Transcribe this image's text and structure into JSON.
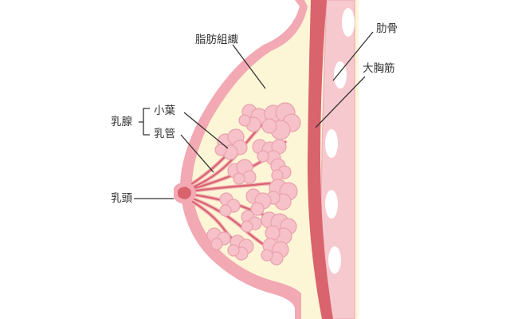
{
  "labels": {
    "fat_tissue": "脂肪組織",
    "rib": "肋骨",
    "pectoralis_major": "大胸筋",
    "mammary_gland": "乳腺",
    "lobule": "小葉",
    "milk_duct": "乳管",
    "nipple": "乳頭"
  },
  "colors": {
    "fat": "#fdf6d6",
    "skin_outline": "#f2a9b3",
    "muscle": "#d9646d",
    "rib_wall": "#f6c9cf",
    "rib": "#ffffff",
    "lobule": "#f6c1c8",
    "duct": "#d9636d",
    "text": "#333333"
  }
}
